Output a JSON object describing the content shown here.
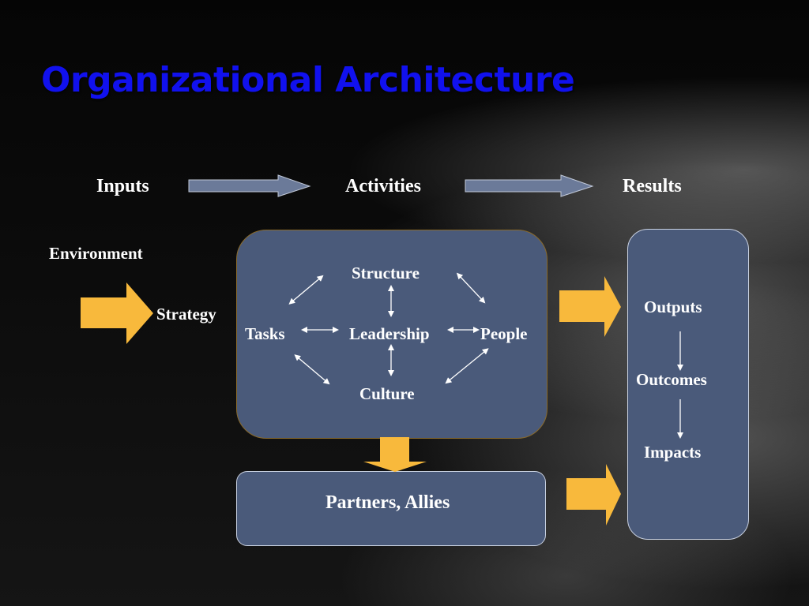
{
  "title": "Organizational Architecture",
  "flow": {
    "inputs": "Inputs",
    "activities": "Activities",
    "results": "Results"
  },
  "environment": "Environment",
  "strategy": "Strategy",
  "activities_box": {
    "structure": "Structure",
    "tasks": "Tasks",
    "leadership": "Leadership",
    "people": "People",
    "culture": "Culture"
  },
  "partners": "Partners, Allies",
  "results_box": {
    "outputs": "Outputs",
    "outcomes": "Outcomes",
    "impacts": "Impacts"
  },
  "colors": {
    "title": "#1111ee",
    "box_fill": "#4a5a7a",
    "arrow_fill": "#f8b93c",
    "flow_arrow_fill": "#6b7a99"
  }
}
